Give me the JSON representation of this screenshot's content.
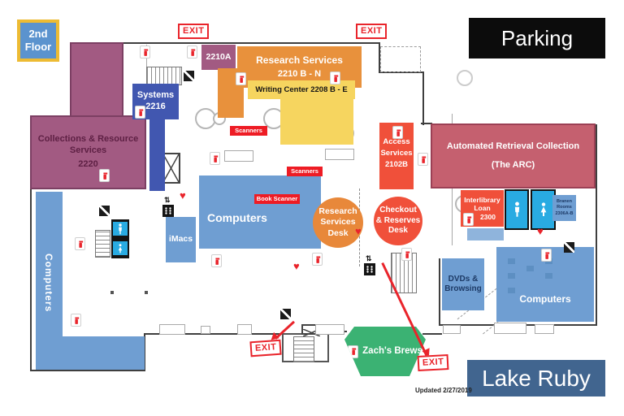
{
  "badge": {
    "line1": "2nd",
    "line2": "Floor"
  },
  "banners": {
    "parking": "Parking",
    "lake_ruby": "Lake Ruby"
  },
  "exit_label": "EXIT",
  "updated_note": "Updated 2/27/2019",
  "rooms": {
    "collections": {
      "line1": "Collections & Resource",
      "line2": "Services",
      "number": "2220"
    },
    "systems": {
      "name": "Systems",
      "number": "2216"
    },
    "room_2210a": "2210A",
    "research_services": {
      "line1": "Research Services",
      "line2": "2210 B - N"
    },
    "writing_center": "Writing Center 2208 B - E",
    "access_services": {
      "line1": "Access",
      "line2": "Services",
      "number": "2102B"
    },
    "arc": {
      "line1": "Automated Retrieval Collection",
      "line2": "(The ARC)"
    },
    "interlibrary_loan": {
      "line1": "Interlibrary",
      "line2": "Loan",
      "number": "2300"
    },
    "branen_rooms": {
      "line1": "Branen",
      "line2": "Rooms",
      "line3": "2306A-B"
    },
    "dvds_browsing": {
      "line1": "DVDs &",
      "line2": "Browsing"
    },
    "imacs": "iMacs",
    "computers_main": "Computers",
    "computers_left": "Computers",
    "computers_right": "Computers",
    "zachs_brews": "Zach's Brews"
  },
  "desks": {
    "research": {
      "line1": "Research",
      "line2": "Services",
      "line3": "Desk"
    },
    "checkout": {
      "line1": "Checkout",
      "line2": "& Reserves",
      "line3": "Desk"
    }
  },
  "labels": {
    "scanners": "Scanners",
    "book_scanner": "Book Scanner"
  },
  "colors": {
    "mauve": "#a25a82",
    "royal_blue": "#4157b0",
    "orange": "#e8913c",
    "yellow": "#f6d55f",
    "vermilion": "#f0503a",
    "rose": "#c5606f",
    "muted_blue": "#6f9ed2",
    "restroom_cyan": "#29abe2",
    "green": "#3bb273",
    "lake_blue": "#41658f",
    "exit_red": "#e9242b",
    "banner_black": "#0c0c0c"
  }
}
